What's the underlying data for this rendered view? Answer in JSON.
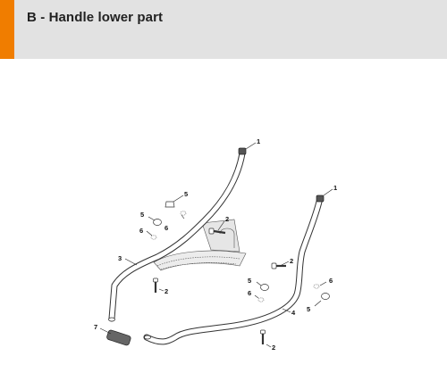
{
  "header": {
    "title": "B - Handle lower part"
  },
  "callouts": [
    {
      "id": "c1a",
      "text": "1"
    },
    {
      "id": "c1b",
      "text": "1"
    },
    {
      "id": "c2a",
      "text": "2"
    },
    {
      "id": "c2b",
      "text": "2"
    },
    {
      "id": "c2c",
      "text": "2"
    },
    {
      "id": "c2d",
      "text": "2"
    },
    {
      "id": "c3",
      "text": "3"
    },
    {
      "id": "c4",
      "text": "4"
    },
    {
      "id": "c5a",
      "text": "5"
    },
    {
      "id": "c5b",
      "text": "5"
    },
    {
      "id": "c5c",
      "text": "5"
    },
    {
      "id": "c5d",
      "text": "5"
    },
    {
      "id": "c6a",
      "text": "6"
    },
    {
      "id": "c6b",
      "text": "6"
    },
    {
      "id": "c6c",
      "text": "6"
    },
    {
      "id": "c6d",
      "text": "6"
    },
    {
      "id": "c7",
      "text": "7"
    }
  ]
}
